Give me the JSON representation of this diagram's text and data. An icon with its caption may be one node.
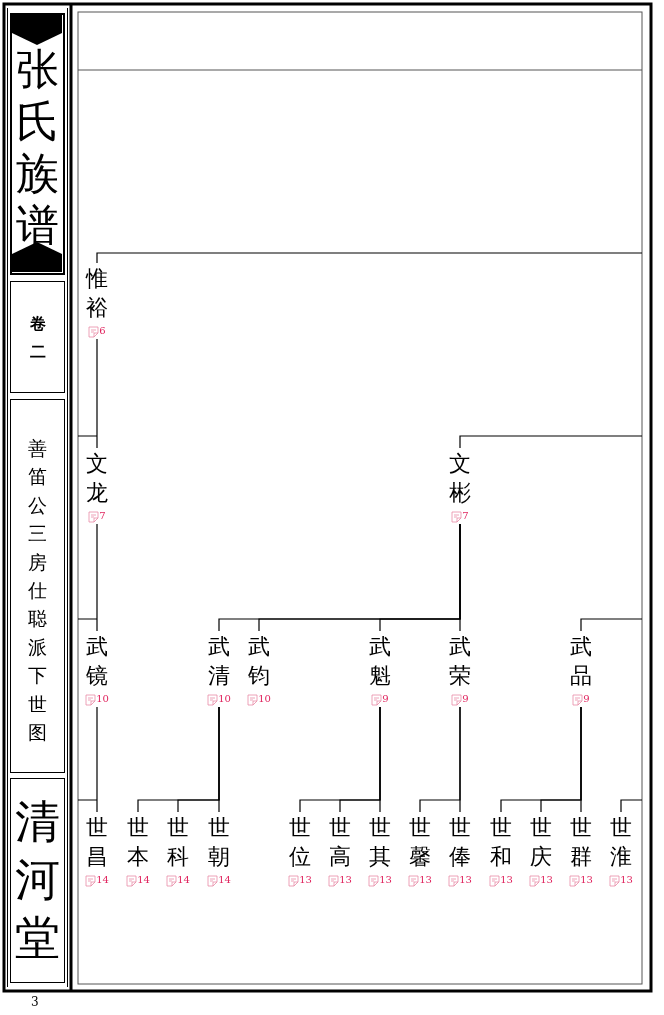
{
  "diagram": {
    "nodes": [
      {
        "text": [
          "张氏族谱"
        ]
      },
      {
        "text": [
          "卷二"
        ]
      },
      {
        "text": [
          "善笛公三房仕聪派下世图"
        ]
      },
      {
        "text": [
          "清河堂"
        ]
      },
      {
        "text": [
          "惟裕"
        ],
        "beside": [
          "6"
        ]
      },
      {
        "text": [
          "文龙"
        ],
        "beside": [
          "7"
        ]
      },
      {
        "text": [
          "文彬"
        ],
        "beside": [
          "7"
        ]
      },
      {
        "text": [
          "武镜"
        ],
        "beside": [
          "10"
        ]
      },
      {
        "text": [
          "武清"
        ],
        "beside": [
          "10"
        ]
      },
      {
        "text": [
          "武钧"
        ],
        "beside": [
          "10"
        ]
      },
      {
        "text": [
          "武魁"
        ],
        "beside": [
          "9"
        ]
      },
      {
        "text": [
          "武荣"
        ],
        "beside": [
          "9"
        ]
      },
      {
        "text": [
          "武品"
        ],
        "beside": [
          "9"
        ]
      },
      {
        "text": [
          "世昌"
        ],
        "beside": [
          "14"
        ]
      },
      {
        "text": [
          "世本"
        ],
        "beside": [
          "14"
        ]
      },
      {
        "text": [
          "世科"
        ],
        "beside": [
          "14"
        ]
      },
      {
        "text": [
          "世朝"
        ],
        "beside": [
          "14"
        ]
      },
      {
        "text": [
          "世位"
        ],
        "beside": [
          "13"
        ]
      },
      {
        "text": [
          "世高"
        ],
        "beside": [
          "13"
        ]
      },
      {
        "text": [
          "世其"
        ],
        "beside": [
          "13"
        ]
      },
      {
        "text": [
          "世馨"
        ],
        "beside": [
          "13"
        ]
      },
      {
        "text": [
          "世俸"
        ],
        "beside": [
          "13"
        ]
      },
      {
        "text": [
          "世和"
        ],
        "beside": [
          "13"
        ]
      },
      {
        "text": [
          "世庆"
        ],
        "beside": [
          "13"
        ]
      },
      {
        "text": [
          "世群"
        ],
        "beside": [
          "13"
        ]
      },
      {
        "text": [
          "世淮"
        ],
        "beside": [
          "13"
        ]
      }
    ],
    "edges": [
      {
        "from": null,
        "to": 4,
        "arrow": "none"
      },
      {
        "from": 4,
        "to": 5,
        "arrow": "none"
      },
      {
        "from": null,
        "to": 6,
        "arrow": "none"
      },
      {
        "from": 5,
        "to": 7,
        "arrow": "none"
      },
      {
        "from": 6,
        "to": 8,
        "arrow": "none"
      },
      {
        "from": 6,
        "to": 9,
        "arrow": "none"
      },
      {
        "from": 6,
        "to": 10,
        "arrow": "none"
      },
      {
        "from": 6,
        "to": 11,
        "arrow": "none"
      },
      {
        "from": null,
        "to": 12,
        "arrow": "none"
      },
      {
        "from": 7,
        "to": 13,
        "arrow": "none"
      },
      {
        "from": 8,
        "to": 14,
        "arrow": "none"
      },
      {
        "from": 8,
        "to": 15,
        "arrow": "none"
      },
      {
        "from": 8,
        "to": 16,
        "arrow": "none"
      },
      {
        "from": 10,
        "to": 17,
        "arrow": "none"
      },
      {
        "from": 10,
        "to": 18,
        "arrow": "none"
      },
      {
        "from": 10,
        "to": 19,
        "arrow": "none"
      },
      {
        "from": 11,
        "to": 20,
        "arrow": "none"
      },
      {
        "from": 11,
        "to": 21,
        "arrow": "none"
      },
      {
        "from": 12,
        "to": 22,
        "arrow": "none"
      },
      {
        "from": 12,
        "to": 23,
        "arrow": "none"
      },
      {
        "from": 12,
        "to": 24,
        "arrow": "none"
      },
      {
        "from": null,
        "to": 25,
        "arrow": "none"
      }
    ],
    "labels": [
      "3"
    ]
  }
}
